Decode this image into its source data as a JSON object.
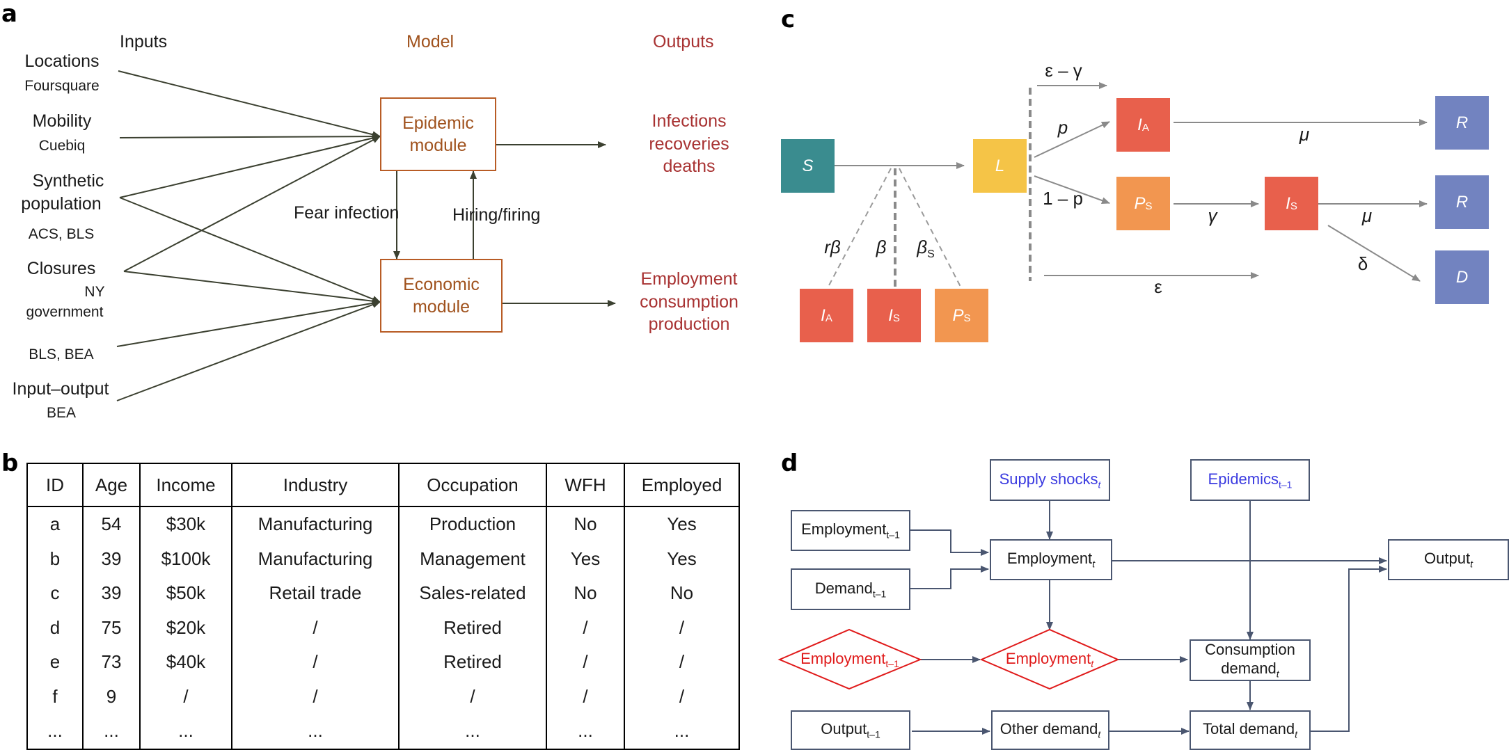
{
  "panels": {
    "a": "a",
    "b": "b",
    "c": "c",
    "d": "d"
  },
  "a": {
    "headers": {
      "inputs": "Inputs",
      "model": "Model",
      "outputs": "Outputs"
    },
    "inputs": [
      {
        "name": "Locations",
        "sub": "Foursquare"
      },
      {
        "name": "Mobility",
        "sub": "Cuebiq"
      },
      {
        "name": "Synthetic population",
        "name1": "Synthetic",
        "name2": "population",
        "sub": "ACS, BLS"
      },
      {
        "name": "Closures",
        "sub1": "NY",
        "sub2": "government"
      },
      {
        "name": "",
        "sub": "BLS, BEA"
      },
      {
        "name": "Input–output",
        "sub": "BEA"
      }
    ],
    "epidemic_module": {
      "line1": "Epidemic",
      "line2": "module"
    },
    "economic_module": {
      "line1": "Economic",
      "line2": "module"
    },
    "fear_label": "Fear infection",
    "hiring_label": "Hiring/firing",
    "outputs_epi": {
      "line1": "Infections",
      "line2": "recoveries",
      "line3": "deaths"
    },
    "outputs_econ": {
      "line1": "Employment",
      "line2": "consumption",
      "line3": "production"
    }
  },
  "b": {
    "columns": [
      "ID",
      "Age",
      "Income",
      "Industry",
      "Occupation",
      "WFH",
      "Employed"
    ],
    "rows": [
      [
        "a",
        "54",
        "$30k",
        "Manufacturing",
        "Production",
        "No",
        "Yes"
      ],
      [
        "b",
        "39",
        "$100k",
        "Manufacturing",
        "Management",
        "Yes",
        "Yes"
      ],
      [
        "c",
        "39",
        "$50k",
        "Retail trade",
        "Sales-related",
        "No",
        "No"
      ],
      [
        "d",
        "75",
        "$20k",
        "/",
        "Retired",
        "/",
        "/"
      ],
      [
        "e",
        "73",
        "$40k",
        "/",
        "Retired",
        "/",
        "/"
      ],
      [
        "f",
        "9",
        "/",
        "/",
        "/",
        "/",
        "/"
      ],
      [
        "...",
        "...",
        "...",
        "...",
        "...",
        "...",
        "..."
      ]
    ]
  },
  "c": {
    "boxes": {
      "S": {
        "label": "S",
        "color": "#3a8c8f"
      },
      "L": {
        "label": "L",
        "color": "#f5c447"
      },
      "IA": {
        "label": "I",
        "sub": "A",
        "color": "#e8604c"
      },
      "PS": {
        "label": "P",
        "sub": "S",
        "color": "#f29650"
      },
      "IS": {
        "label": "I",
        "sub": "S",
        "color": "#e8604c"
      },
      "R": {
        "label": "R",
        "color": "#7283c0"
      },
      "D": {
        "label": "D",
        "color": "#7283c0"
      }
    },
    "rates": {
      "eps_gamma": "ε – γ",
      "p": "p",
      "one_minus_p": "1 – p",
      "mu": "μ",
      "gamma": "γ",
      "delta": "δ",
      "eps": "ε",
      "rbeta": "rβ",
      "beta": "β",
      "beta_s": "β",
      "beta_s_sub": "S"
    }
  },
  "d": {
    "supply_shocks": {
      "text": "Supply shocks",
      "sub": "t"
    },
    "epidemics": {
      "text": "Epidemics",
      "sub": "t–1"
    },
    "employment_prev": {
      "text": "Employment",
      "sub": "t–1"
    },
    "demand_prev": {
      "text": "Demand",
      "sub": "t–1"
    },
    "employment_t": {
      "text": "Employment",
      "sub": "t"
    },
    "output_t": {
      "text": "Output",
      "sub": "t"
    },
    "employment_prev_red": {
      "text": "Employment",
      "sub": "t–1"
    },
    "employment_t_red": {
      "text": "Employment",
      "sub": "t"
    },
    "consumption": {
      "line1": "Consumption",
      "line2": "demand",
      "sub": "t"
    },
    "output_prev": {
      "text": "Output",
      "sub": "t–1"
    },
    "other_demand": {
      "text": "Other demand",
      "sub": "t"
    },
    "total_demand": {
      "text": "Total demand",
      "sub": "t"
    }
  },
  "colors": {
    "model": "#a0521d",
    "output": "#a83232",
    "arrow_a": "#3b4030",
    "arrow_c": "#8a8a8a",
    "box_d": "#4a5670",
    "blue": "#3a3ae0",
    "red": "#e01a1a"
  }
}
